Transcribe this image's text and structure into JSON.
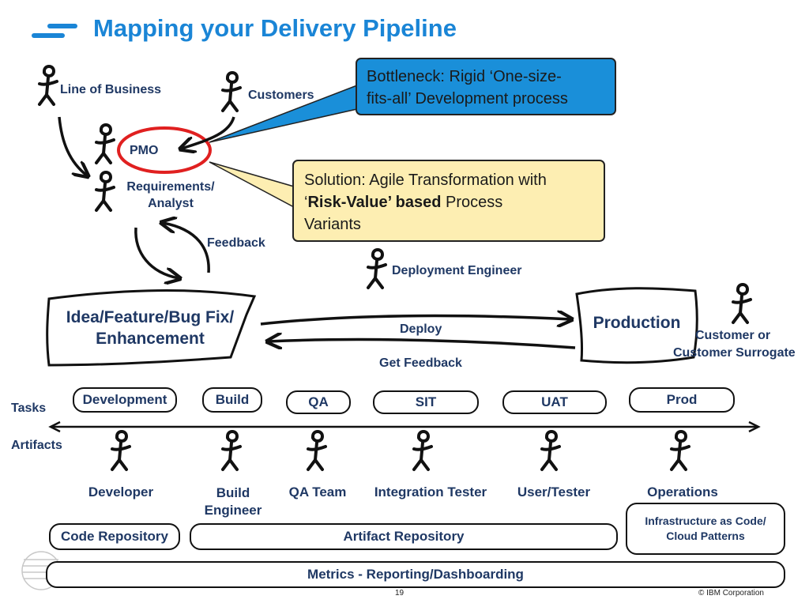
{
  "slide": {
    "title": "Mapping your Delivery Pipeline",
    "page_number": "19",
    "copyright": "© IBM Corporation"
  },
  "roles": {
    "line_of_business": "Line of Business",
    "customers": "Customers",
    "pmo": "PMO",
    "requirements_line1": "Requirements/",
    "requirements_line2": "Analyst",
    "feedback": "Feedback",
    "deployment_engineer": "Deployment Engineer",
    "customer_line1": "Customer or",
    "customer_line2": "Customer Surrogate"
  },
  "callouts": {
    "bottleneck_line1": "Bottleneck: Rigid ‘One-size-",
    "bottleneck_line2": "fits-all’ Development process",
    "solution_line1": "Solution: Agile Transformation with",
    "solution_line2_prefix": "‘",
    "solution_line2_bold": "Risk-Value’ based",
    "solution_line2_suffix": " Process",
    "solution_line3": "Variants"
  },
  "flow": {
    "idea_line1": "Idea/Feature/Bug Fix/",
    "idea_line2": "Enhancement",
    "production": "Production",
    "deploy": "Deploy",
    "get_feedback": "Get Feedback"
  },
  "rows": {
    "tasks_label": "Tasks",
    "artifacts_label": "Artifacts"
  },
  "tasks": [
    "Development",
    "Build",
    "QA",
    "SIT",
    "UAT",
    "Prod"
  ],
  "people": {
    "developer": "Developer",
    "build_engineer_line1": "Build",
    "build_engineer_line2": "Engineer",
    "qa_team": "QA Team",
    "integration_tester": "Integration Tester",
    "user_tester": "User/Tester",
    "operations": "Operations"
  },
  "repositories": {
    "code_repository": "Code Repository",
    "artifact_repository": "Artifact Repository",
    "infra_line1": "Infrastructure as Code/",
    "infra_line2": "Cloud Patterns",
    "metrics": "Metrics - Reporting/Dashboarding"
  },
  "colors": {
    "title_blue": "#1a85d6",
    "bottleneck_fill": "#1a8fd9",
    "solution_fill": "#fdeeb2",
    "pmo_circle": "#e02020",
    "label_navy": "#1f3864"
  }
}
